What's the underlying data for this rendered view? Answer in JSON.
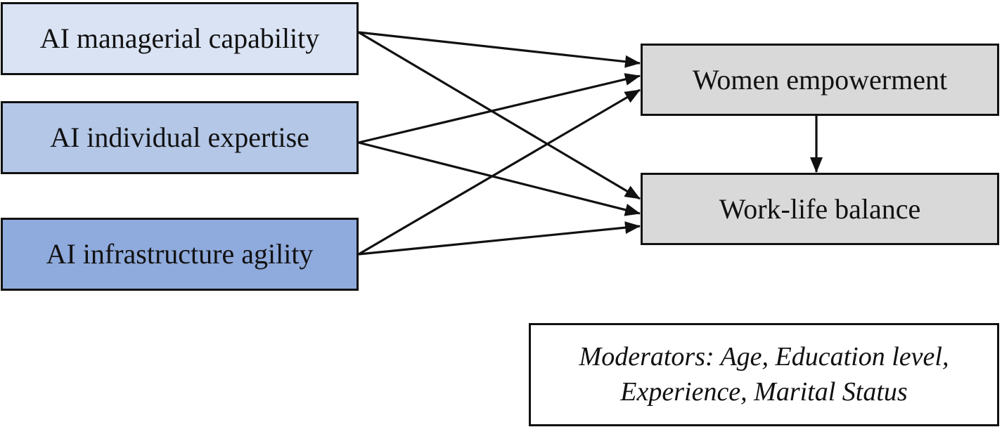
{
  "diagram": {
    "nodes": {
      "ai_managerial_capability": {
        "label": "AI managerial capability",
        "fill": "#dae3f3"
      },
      "ai_individual_expertise": {
        "label": "AI individual expertise",
        "fill": "#b4c7e7"
      },
      "ai_infrastructure_agility": {
        "label": "AI infrastructure agility",
        "fill": "#8faadc"
      },
      "women_empowerment": {
        "label": "Women empowerment",
        "fill": "#d9d9d9"
      },
      "work_life_balance": {
        "label": "Work-life balance",
        "fill": "#d9d9d9"
      },
      "moderators": {
        "line1": "Moderators: Age, Education level,",
        "line2": "Experience, Marital Status",
        "fill": "#ffffff"
      }
    },
    "edges": [
      {
        "from": "ai_managerial_capability",
        "to": "women_empowerment"
      },
      {
        "from": "ai_managerial_capability",
        "to": "work_life_balance"
      },
      {
        "from": "ai_individual_expertise",
        "to": "women_empowerment"
      },
      {
        "from": "ai_individual_expertise",
        "to": "work_life_balance"
      },
      {
        "from": "ai_infrastructure_agility",
        "to": "women_empowerment"
      },
      {
        "from": "ai_infrastructure_agility",
        "to": "work_life_balance"
      },
      {
        "from": "women_empowerment",
        "to": "work_life_balance"
      }
    ],
    "edge_color": "#111111"
  }
}
